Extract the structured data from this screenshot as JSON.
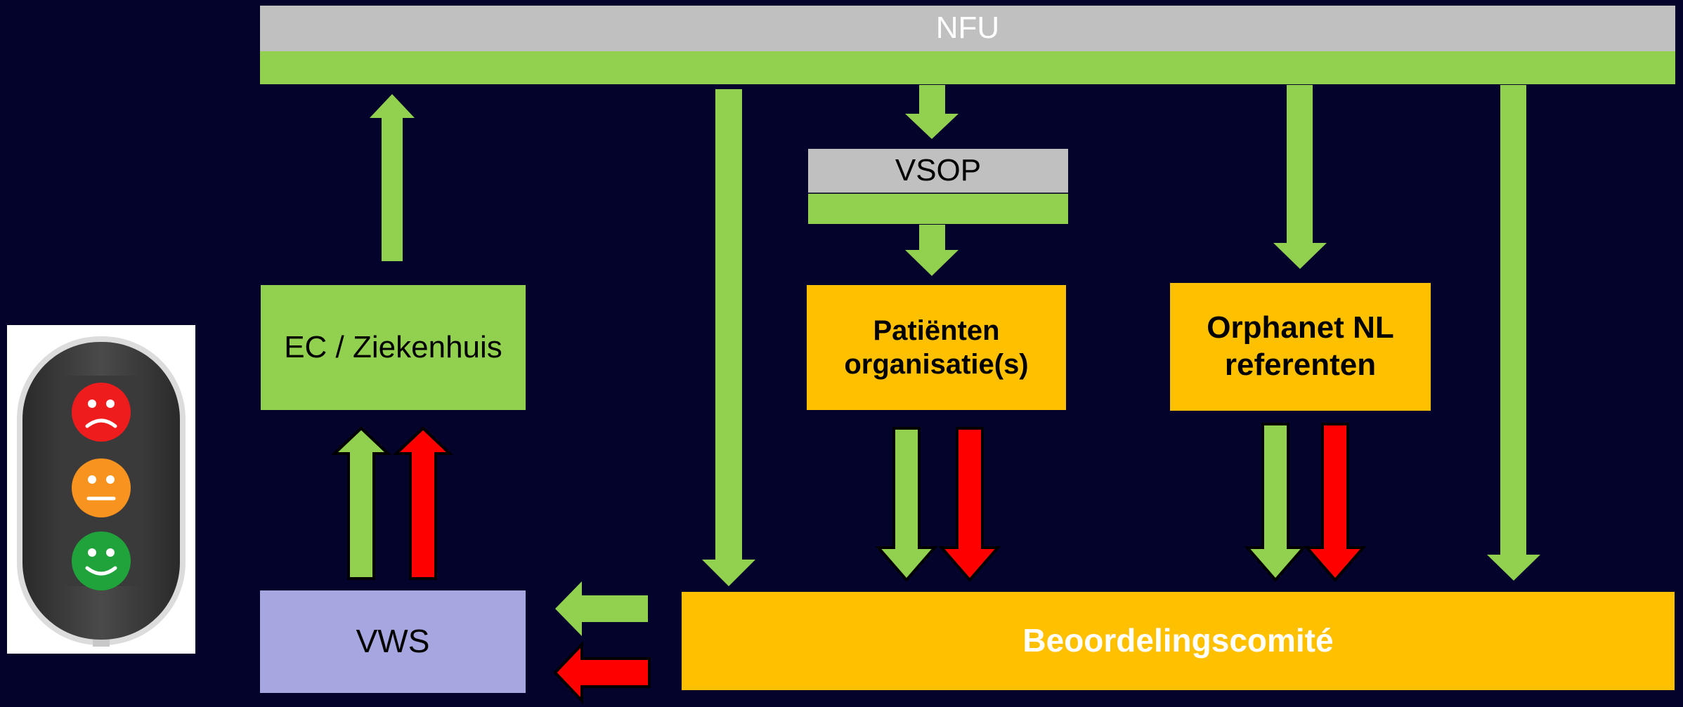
{
  "nfu": {
    "label": "NFU",
    "fill": "#c0c0c0",
    "bar_fill": "#92d050"
  },
  "vsop": {
    "label": "VSOP",
    "fill": "#c0c0c0",
    "bar_fill": "#92d050"
  },
  "ec": {
    "label": "EC / Ziekenhuis",
    "fill": "#92d050"
  },
  "patienten": {
    "label": "Patiënten\norganisatie(s)",
    "fill": "#ffc000"
  },
  "orphanet": {
    "label": "Orphanet NL\nreferenten",
    "fill": "#ffc000"
  },
  "vws": {
    "label": "VWS",
    "fill": "#a6a6e0"
  },
  "comite": {
    "label": "Beoordelingscomité",
    "fill": "#ffc000"
  },
  "arrow_colors": {
    "green": "#92d050",
    "red": "#ff0000"
  },
  "traffic_light": {
    "lights": [
      "red-frown",
      "orange-neutral",
      "green-smile"
    ]
  }
}
